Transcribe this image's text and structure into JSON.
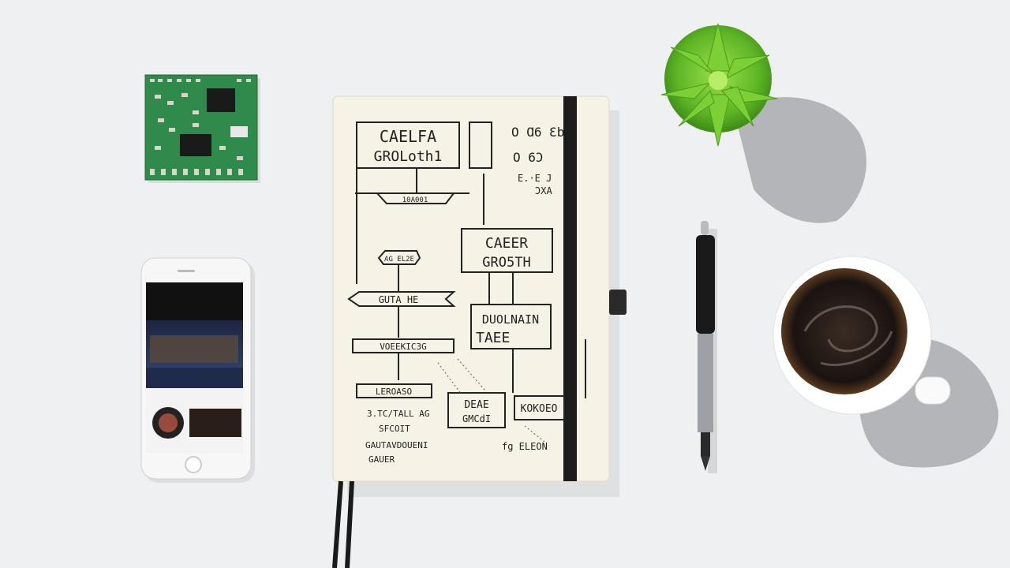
{
  "scene": {
    "background": "#eff0f2",
    "notebook": {
      "page_color": "#f6f3e6",
      "band_color": "#1c1c1c",
      "box_title": [
        "CAELFA",
        "GROLoth1"
      ],
      "side_notes": [
        "O Ɑ6 Ɛb",
        "O 6Ɔ",
        "E.·E J",
        "ƆXA"
      ],
      "banner": "10A001",
      "box_career": [
        "CAEER",
        "GRO5TH"
      ],
      "hex_label": "AG EL2E",
      "arrow_label": "GUTA HE",
      "box_dual": [
        "DUOLNAIN",
        "TAEE"
      ],
      "tag_label": "VOEEKIC3G",
      "tag_label_2": "LEROASO",
      "box_deae": [
        "DEAE",
        "GMCdI"
      ],
      "box_kokoe": "KOKOEO",
      "notes_left": [
        "3.TC/TALL AG",
        "SFCOIT",
        "GAUTAVDOUENI",
        "GAUER"
      ],
      "notes_right": "fg ELEON"
    },
    "colors": {
      "pcb": "#2e8b4b",
      "plant": "#6cc12e",
      "coffee": "#1d1612",
      "cup": "#ffffff"
    }
  }
}
